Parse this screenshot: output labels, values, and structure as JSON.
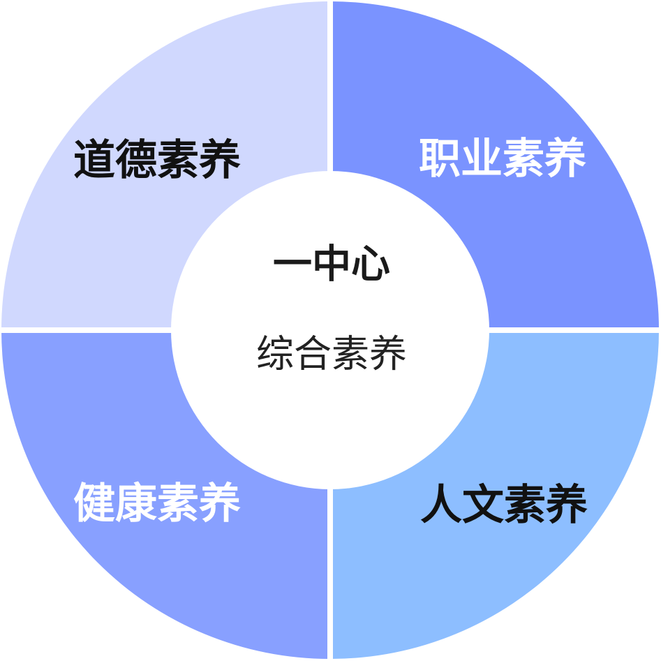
{
  "diagram": {
    "center": {
      "title": "一中心",
      "subtitle": "综合素养"
    },
    "segments": [
      {
        "label": "道德素养",
        "color": "#d0d8fe",
        "text_color": "#111111"
      },
      {
        "label": "职业素养",
        "color": "#7a93ff",
        "text_color": "#ffffff"
      },
      {
        "label": "人文素养",
        "color": "#8dbeff",
        "text_color": "#111111"
      },
      {
        "label": "健康素养",
        "color": "#88a0ff",
        "text_color": "#ffffff"
      }
    ]
  }
}
